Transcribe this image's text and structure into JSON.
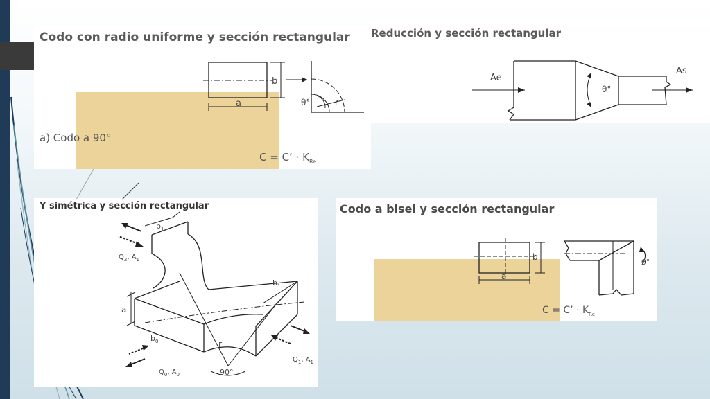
{
  "slide": {
    "accent_colors": {
      "navy": "#1f3b57",
      "teal": "#5f93a6",
      "tan": "#ebd39a",
      "dark_block": "#3a3a3a"
    }
  },
  "panel_codo_radio": {
    "title": "Codo con radio uniforme y sección rectangular",
    "label_a": "a",
    "label_b": "b",
    "label_theta": "θ°",
    "label_r": "r",
    "caption": "a)  Codo a 90°",
    "formula_main": "C = C’ · K",
    "formula_sub": "Re"
  },
  "panel_reduccion": {
    "title": "Reducción y sección rectangular",
    "label_ae": "Ae",
    "label_as": "As",
    "label_theta": "θ°"
  },
  "panel_y_simetrica": {
    "title": "Y simétrica y sección rectangular",
    "label_b1_top": "b",
    "label_b1_right": "b",
    "label_b0": "b",
    "label_a": "a",
    "label_r": "r",
    "label_angle": "90°",
    "label_q2": "Q",
    "label_q2_sub": "2",
    "label_q2_a": ", A",
    "label_q2_a_sub": "1",
    "label_q1": "Q",
    "label_q1_sub": "1",
    "label_q1_a": ", A",
    "label_q1_a_sub": "1",
    "label_q0": "Q",
    "label_q0_sub": "0",
    "label_q0_a": ", A",
    "label_q0_a_sub": "0"
  },
  "panel_bisel": {
    "title": "Codo a bisel y sección rectangular",
    "label_a": "a",
    "label_b": "b",
    "label_theta": "θ°",
    "formula_main": "C = C’ · K",
    "formula_sub": "Re"
  }
}
